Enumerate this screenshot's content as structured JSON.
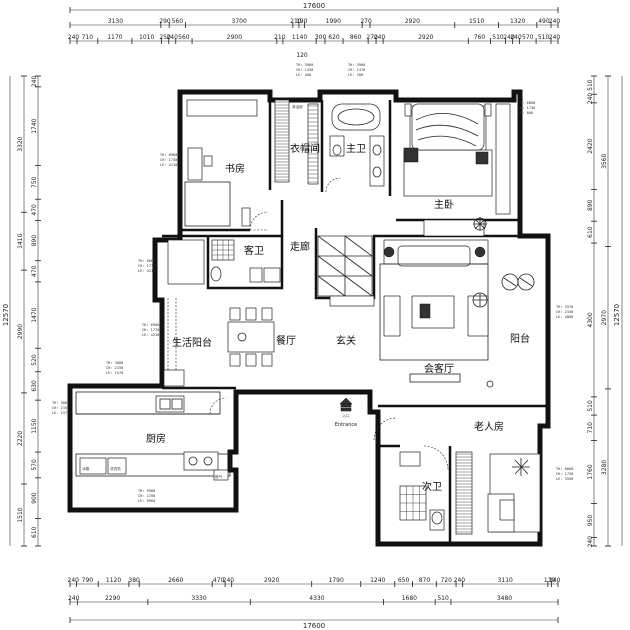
{
  "overall": {
    "width_top": "17600",
    "width_bottom": "17600",
    "height_left": "12570",
    "height_right": "12570"
  },
  "dims": {
    "top_row1": [
      "3130",
      "290",
      "560",
      "3700",
      "210",
      "190",
      "1990",
      "270",
      "2920",
      "1510",
      "1320",
      "490",
      "240"
    ],
    "top_row2": [
      "240",
      "710",
      "1170",
      "1010",
      "250",
      "240",
      "560",
      "2900",
      "210",
      "1140",
      "300",
      "620",
      "860",
      "270",
      "240",
      "2920",
      "760",
      "510",
      "240",
      "240",
      "570",
      "510",
      "240"
    ],
    "top_extra": "120",
    "bottom_row1": [
      "240",
      "790",
      "1120",
      "380",
      "2660",
      "470",
      "240",
      "2920",
      "1790",
      "1240",
      "650",
      "870",
      "720",
      "240",
      "3110",
      "130",
      "240"
    ],
    "bottom_row2": [
      "240",
      "2290",
      "3330",
      "4330",
      "1680",
      "510",
      "3480"
    ],
    "left_outer": [
      "3320",
      "1410",
      "2990",
      "2220",
      "1510"
    ],
    "left_inner": [
      "240",
      "1740",
      "750",
      "470",
      "890",
      "470",
      "1470",
      "520",
      "630",
      "1150",
      "570",
      "900",
      "610"
    ],
    "right_outer": [
      "3560",
      "2970",
      "3280"
    ],
    "right_inner": [
      "510",
      "240",
      "2420",
      "890",
      "610",
      "4300",
      "510",
      "710",
      "1760",
      "950",
      "240"
    ]
  },
  "rooms": {
    "study": "书房",
    "closet": "衣帽间",
    "master_bath": "主卫",
    "master_bed": "主卧",
    "guest_bath": "客卫",
    "corridor": "走廊",
    "service_balcony": "生活阳台",
    "dining": "餐厅",
    "foyer": "玄关",
    "living": "会客厅",
    "balcony": "阳台",
    "kitchen": "厨房",
    "elder_room": "老人房",
    "second_bath": "次卫"
  },
  "entrance": {
    "label": "Entrance",
    "mark": "入口"
  },
  "labels": {
    "shower": "淋浴房",
    "fridge": "冰箱",
    "washer": "洗衣机",
    "heater": "燃气"
  },
  "notes": {
    "study": [
      "TH: 6960",
      "CH: 1740",
      "LE: 4110"
    ],
    "closet": [
      "TH: 3960",
      "CH: 1430",
      "LE: 400"
    ],
    "master_bath": [
      "TH: 3960",
      "CH: 1470",
      "LE: 200"
    ],
    "master_bed": [
      "TH: 6660",
      "CH: 1730",
      "LE: 800"
    ],
    "guest_bath": [
      "TH: 6660",
      "CH: 1770",
      "LE: 4210"
    ],
    "service_balcony": [
      "TH: 6960",
      "CH: 1770",
      "LE: 4210"
    ],
    "balcony": [
      "TH: 2970",
      "CH: 2150",
      "LE: 4800"
    ],
    "kitchen_top": [
      "TH: 3080",
      "CH: 2150",
      "LE: 1570"
    ],
    "kitchen_left": [
      "TH: 3080",
      "CH: 2150",
      "LE: 1570"
    ],
    "kitchen_bottom": [
      "TH: 9960",
      "CH: 1390",
      "LE: 9960"
    ],
    "elder": [
      "TH: 6660",
      "CH: 1750",
      "LE: 3590"
    ]
  },
  "colors": {
    "wall": "#111111",
    "line": "#222222",
    "background": "#ffffff"
  }
}
